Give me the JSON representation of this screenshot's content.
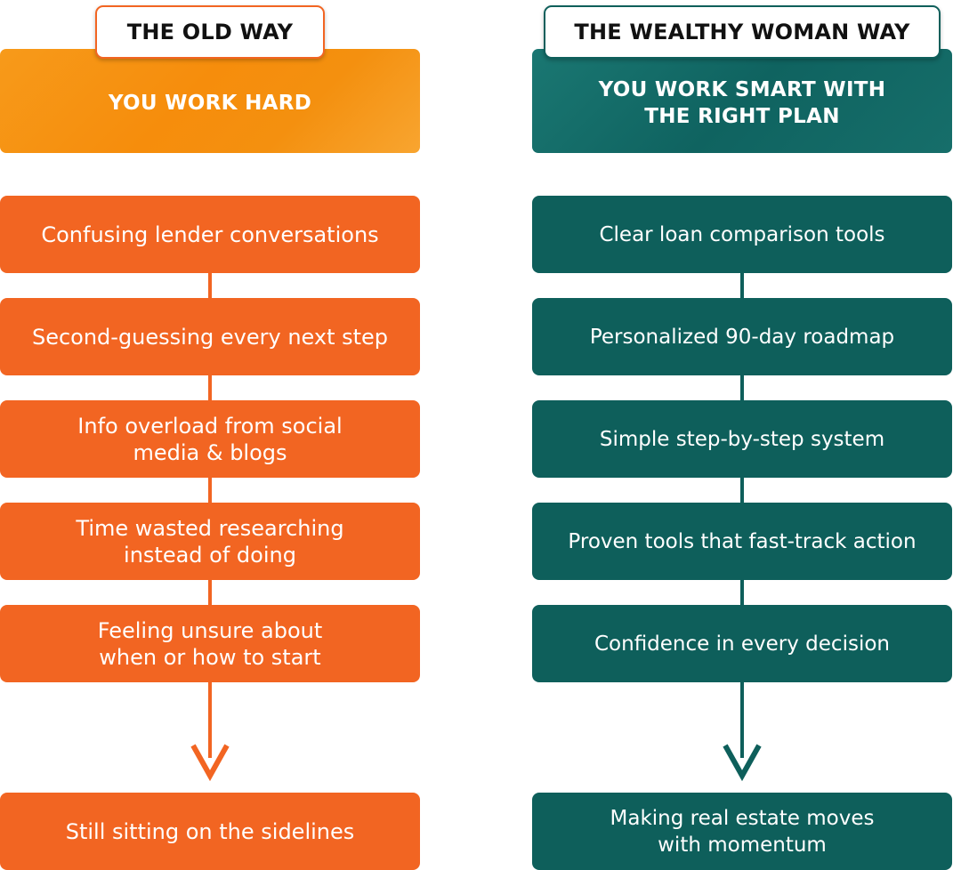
{
  "columns": [
    {
      "tab_title": "THE OLD WAY",
      "band_text": "YOU WORK HARD",
      "steps": [
        "Confusing lender conversations",
        "Second-guessing every next step",
        "Info overload from social\nmedia & blogs",
        "Time wasted researching\ninstead of doing",
        "Feeling unsure about\nwhen or how to start"
      ],
      "outcome": "Still sitting on the sidelines",
      "color": "#f26522",
      "band_color": "#f79a1a"
    },
    {
      "tab_title": "THE WEALTHY WOMAN WAY",
      "band_text": "YOU WORK SMART WITH\nTHE RIGHT PLAN",
      "steps": [
        "Clear loan comparison tools",
        "Personalized 90-day roadmap",
        "Simple step-by-step system",
        "Proven tools that fast-track action",
        "Confidence in every decision"
      ],
      "outcome": "Making real estate moves\nwith momentum",
      "color": "#0e5f5b",
      "band_color": "#176f6b"
    }
  ]
}
